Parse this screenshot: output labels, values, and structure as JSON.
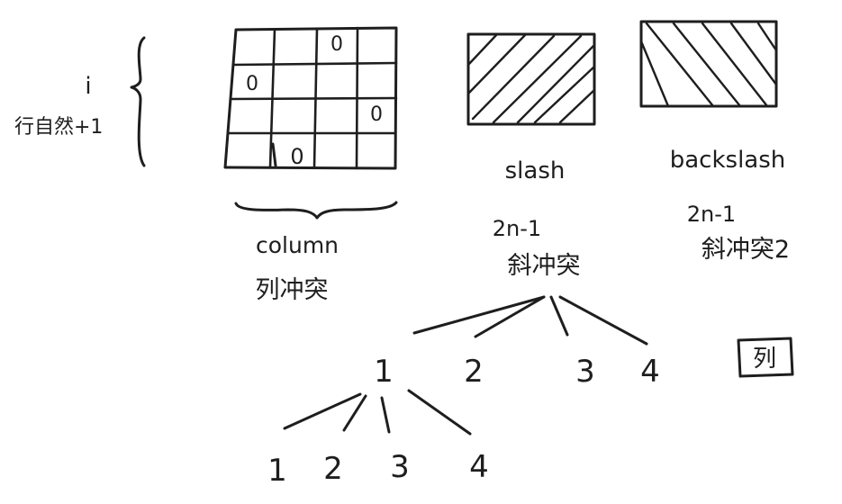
{
  "row_note": {
    "index": "i",
    "label": "行自然+1"
  },
  "column_grid": {
    "queens": [
      "0",
      "0",
      "0",
      "0"
    ],
    "caption": "column",
    "caption_cn": "列冲突"
  },
  "slash_box": {
    "caption": "slash",
    "count": "2n-1",
    "caption_cn": "斜冲突"
  },
  "backslash_box": {
    "caption": "backslash",
    "count": "2n-1",
    "caption_cn": "斜冲突2"
  },
  "tree": {
    "level1": [
      "1",
      "2",
      "3",
      "4"
    ],
    "level2": [
      "1",
      "2",
      "3",
      "4"
    ]
  },
  "boxed_label": "列"
}
